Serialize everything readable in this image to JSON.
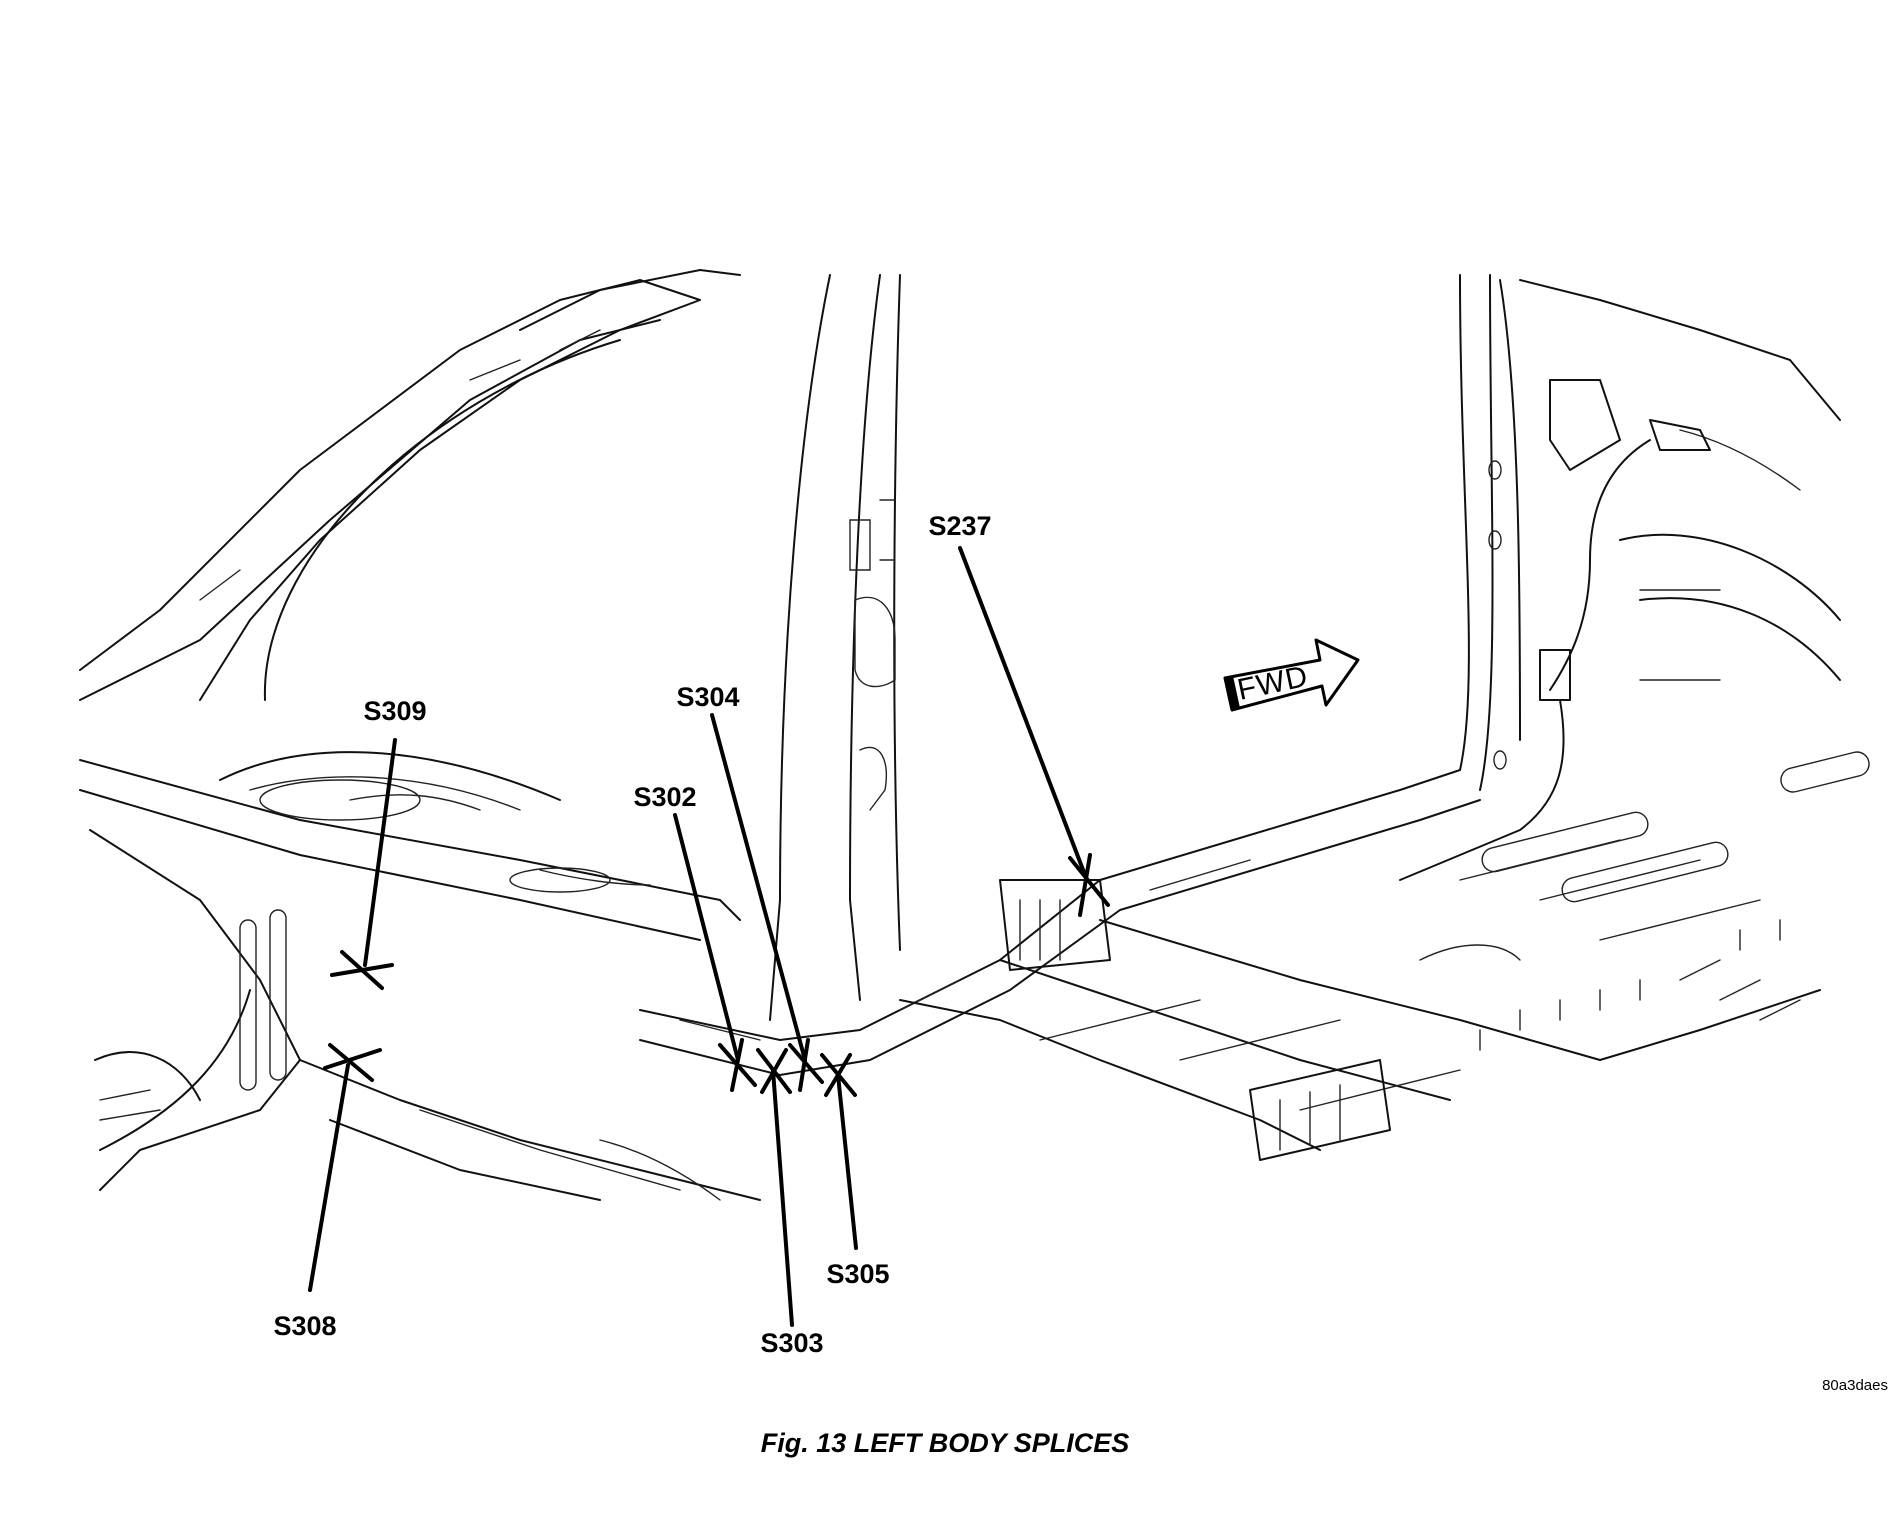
{
  "figure": {
    "caption": "Fig. 13 LEFT BODY SPLICES",
    "image_code": "80a3daes",
    "direction_arrow": "FWD"
  },
  "splices": [
    {
      "id": "S309"
    },
    {
      "id": "S308"
    },
    {
      "id": "S302"
    },
    {
      "id": "S304"
    },
    {
      "id": "S303"
    },
    {
      "id": "S305"
    },
    {
      "id": "S237"
    }
  ]
}
